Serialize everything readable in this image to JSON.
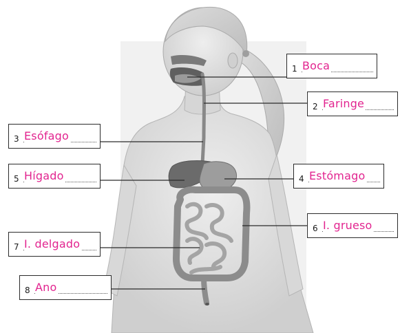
{
  "diagram": {
    "subject": "human-digestive-system",
    "colors": {
      "answer_text": "#e2248f",
      "leader_line": "#2a2a2a",
      "figure": "#c9c9c9"
    },
    "labels": [
      {
        "number": "1",
        "answer": "Boca"
      },
      {
        "number": "2",
        "answer": "Faringe"
      },
      {
        "number": "3",
        "answer": "Esófago"
      },
      {
        "number": "5",
        "answer": "Hígado"
      },
      {
        "number": "4",
        "answer": "Estómago"
      },
      {
        "number": "6",
        "answer": "I. grueso"
      },
      {
        "number": "7",
        "answer": "I. delgado"
      },
      {
        "number": "8",
        "answer": "Ano"
      }
    ]
  }
}
